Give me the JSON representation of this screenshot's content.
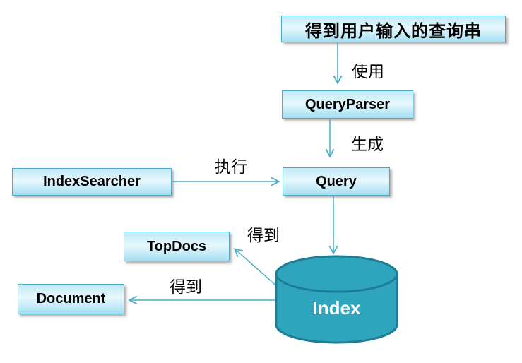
{
  "diagram": {
    "nodes": {
      "user_input": {
        "label": "得到用户输入的查询串"
      },
      "query_parser": {
        "label": "QueryParser"
      },
      "query": {
        "label": "Query"
      },
      "index_searcher": {
        "label": "IndexSearcher"
      },
      "top_docs": {
        "label": "TopDocs"
      },
      "document": {
        "label": "Document"
      },
      "index": {
        "label": "Index"
      }
    },
    "edges": [
      {
        "from": "user_input",
        "to": "query_parser",
        "label": "使用"
      },
      {
        "from": "query_parser",
        "to": "query",
        "label": "生成"
      },
      {
        "from": "index_searcher",
        "to": "query",
        "label": "执行"
      },
      {
        "from": "query",
        "to": "index",
        "label": ""
      },
      {
        "from": "index",
        "to": "top_docs",
        "label": "得到"
      },
      {
        "from": "index",
        "to": "document",
        "label": "得到"
      }
    ],
    "colors": {
      "box_border": "#4bacc6",
      "box_fill_top": "#bfe9f7",
      "box_fill_mid": "#e7f8fd",
      "box_fill_bottom": "#a5dff2",
      "arrow": "#4bacc6",
      "cylinder_fill": "#2fa5bd",
      "cylinder_stroke": "#1d7d95",
      "text": "#000000",
      "index_text": "#ffffff"
    }
  }
}
